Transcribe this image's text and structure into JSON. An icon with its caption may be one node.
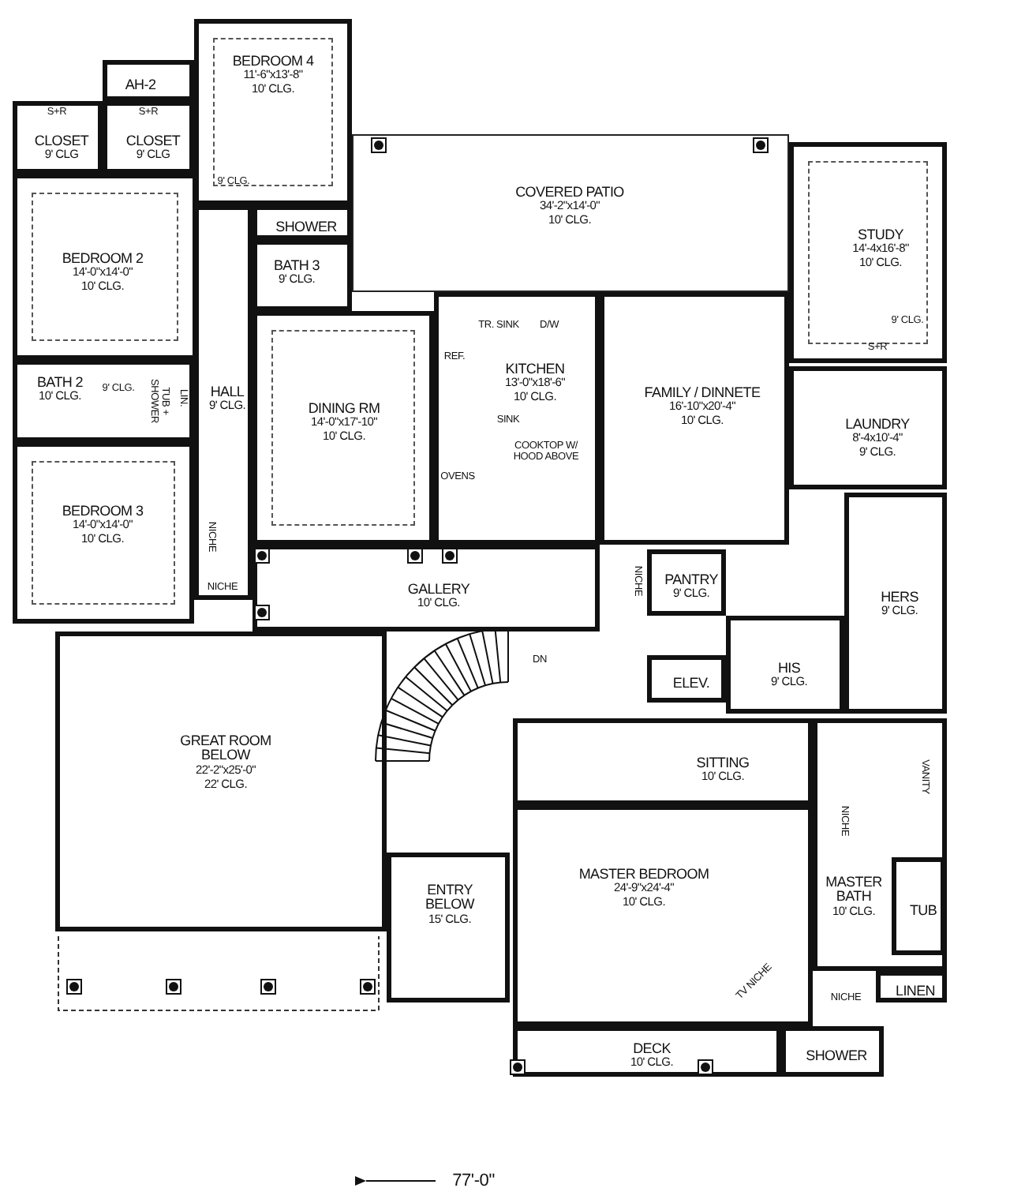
{
  "diagram": {
    "nodes": [
      {
        "text": [
          "AH-2"
        ]
      },
      {
        "text": [
          "BEDROOM 4",
          "11'-6\"x13'-8\"",
          "10' CLG."
        ]
      },
      {
        "text": [
          "CLOSET",
          "9' CLG"
        ]
      },
      {
        "text": [
          "CLOSET",
          "9' CLG"
        ]
      },
      {
        "text": [
          "COVERED PATIO",
          "34'-2\"x14'-0\"",
          "10' CLG."
        ]
      },
      {
        "text": [
          "STUDY",
          "14'-4x16'-8\"",
          "10' CLG."
        ]
      },
      {
        "text": [
          "BEDROOM 2",
          "14'-0\"x14'-0\"",
          "10' CLG."
        ]
      },
      {
        "text": [
          "SHOWER"
        ]
      },
      {
        "text": [
          "BATH 3",
          "9' CLG."
        ]
      },
      {
        "text": [
          "HALL",
          "9' CLG."
        ]
      },
      {
        "text": [
          "DINING RM",
          "14'-0\"x17'-10\"",
          "10' CLG."
        ]
      },
      {
        "text": [
          "KITCHEN",
          "13'-0\"x18'-6\"",
          "10' CLG."
        ]
      },
      {
        "text": [
          "FAMILY / DINNETE",
          "16'-10\"x20'-4\"",
          "10' CLG."
        ]
      },
      {
        "text": [
          "BATH 2",
          "10' CLG."
        ]
      },
      {
        "text": [
          "LAUNDRY",
          "8'-4x10'-4\"",
          "9' CLG."
        ]
      },
      {
        "text": [
          "BEDROOM 3",
          "14'-0\"x14'-0\"",
          "10' CLG."
        ]
      },
      {
        "text": [
          "GALLERY",
          "10' CLG."
        ]
      },
      {
        "text": [
          "PANTRY",
          "9' CLG."
        ]
      },
      {
        "text": [
          "HERS",
          "9' CLG."
        ]
      },
      {
        "text": [
          "HIS",
          "9' CLG."
        ]
      },
      {
        "text": [
          "ELEV."
        ]
      },
      {
        "text": [
          "GREAT ROOM BELOW",
          "22'-2\"x25'-0\"",
          "22' CLG."
        ]
      },
      {
        "text": [
          "SITTING",
          "10' CLG."
        ]
      },
      {
        "text": [
          "ENTRY BELOW",
          "15' CLG."
        ]
      },
      {
        "text": [
          "MASTER BEDROOM",
          "24'-9\"x24'-4\"",
          "10' CLG."
        ]
      },
      {
        "text": [
          "MASTER BATH",
          "10' CLG."
        ]
      },
      {
        "text": [
          "TUB"
        ],
        "in": 25
      },
      {
        "text": [
          "LINEN"
        ]
      },
      {
        "text": [
          "SHOWER"
        ]
      },
      {
        "text": [
          "DECK",
          "10' CLG."
        ]
      }
    ],
    "labels": [
      "S+R",
      "S+R",
      "9' CLG.",
      "9' CLG.",
      "TUB + SHOWER",
      "LIN.",
      "TR. SINK",
      "D/W",
      "REF.",
      "SINK",
      "COOKTOP W/ HOOD ABOVE",
      "OVENS",
      "9' CLG.",
      "S+R",
      "NICHE",
      "NICHE",
      "DN",
      "NICHE",
      "VANITY",
      "NICHE",
      "TV NICHE",
      "NICHE",
      "77'-0\""
    ]
  }
}
